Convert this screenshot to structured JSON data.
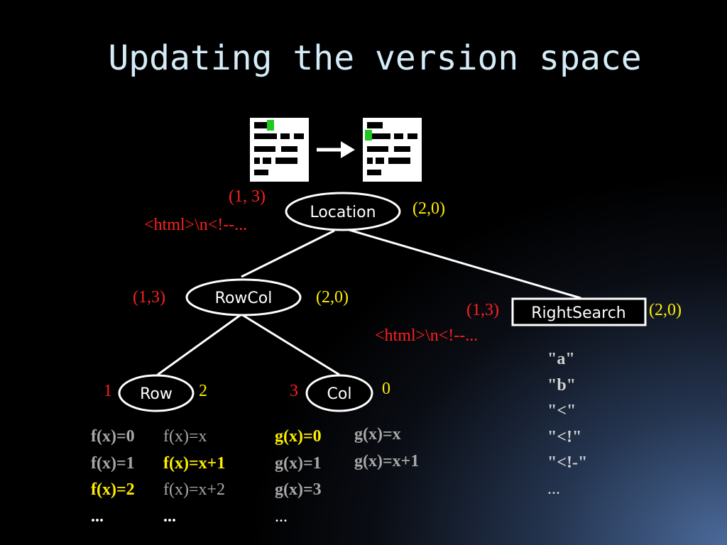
{
  "slide": {
    "title": "Updating the version space"
  },
  "nodes": {
    "location": {
      "label": "Location",
      "left": "(1, 3)",
      "right": "(2,0)",
      "example": "<html>\\n<!--..."
    },
    "rowcol": {
      "label": "RowCol",
      "left": "(1,3)",
      "right": "(2,0)"
    },
    "rightsearch": {
      "label": "RightSearch",
      "left": "(1,3)",
      "right": "(2,0)",
      "example": "<html>\\n<!--..."
    },
    "row": {
      "label": "Row",
      "left": "1",
      "right": "2"
    },
    "col": {
      "label": "Col",
      "left": "3",
      "right": "0"
    }
  },
  "row_functions": {
    "col1": [
      "f(x)=0",
      "f(x)=1",
      "f(x)=2",
      "..."
    ],
    "col2": [
      "f(x)=x",
      "f(x)=x+1",
      "f(x)=x+2",
      "..."
    ]
  },
  "col_functions": {
    "col1": [
      "g(x)=0",
      "g(x)=1",
      "g(x)=3",
      "..."
    ],
    "col2": [
      "g(x)=x",
      "g(x)=x+1"
    ]
  },
  "search_strings": [
    "\"a\"",
    "\"b\"",
    "\"<\"",
    "\"<!\"",
    "\"<!-\"",
    "..."
  ],
  "colors": {
    "red": "#ff2020",
    "yellow": "#ffee00",
    "gray": "#a8a8a8",
    "title": "#d4ecf8",
    "highlight": "#1ec81e"
  },
  "icons": [
    "document-before-icon",
    "arrow-right-icon",
    "document-after-icon"
  ]
}
